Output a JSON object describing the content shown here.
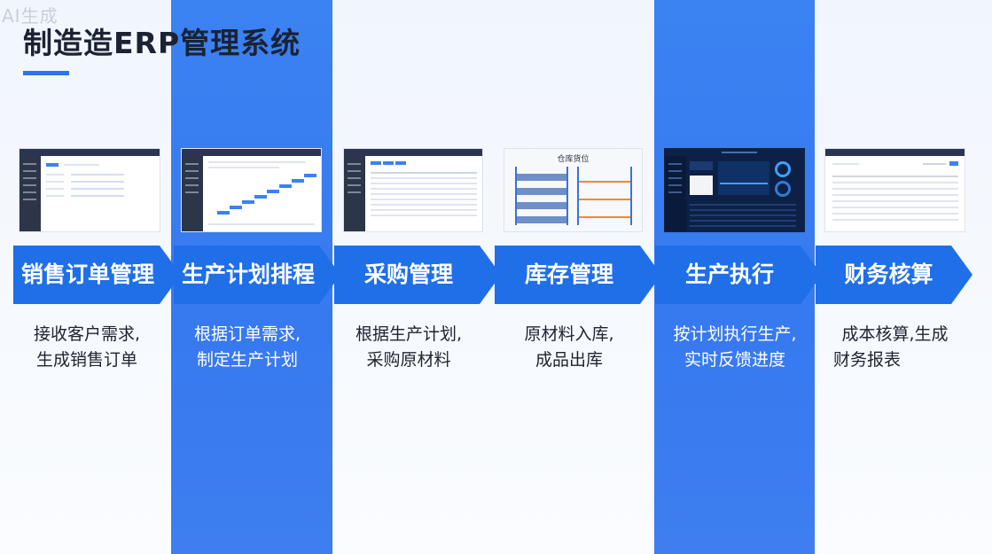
{
  "watermark": "AI生成",
  "title": "制造造ERP管理系统",
  "colors": {
    "accent": "#1f6fe8",
    "column_blue": "#3b82f2",
    "column_light": "#f3f7fd",
    "title_text": "#1b2233"
  },
  "stages": [
    {
      "label": "销售订单管理",
      "desc_line1": "接收客户需求,",
      "desc_line2": "生成销售订单"
    },
    {
      "label": "生产计划排程",
      "desc_line1": "根据订单需求,",
      "desc_line2": "制定生产计划"
    },
    {
      "label": "采购管理",
      "desc_line1": "根据生产计划,",
      "desc_line2": "采购原材料"
    },
    {
      "label": "库存管理",
      "desc_line1": "原材料入库,",
      "desc_line2": "成品出库"
    },
    {
      "label": "生产执行",
      "desc_line1": "按计划执行生产,",
      "desc_line2": "实时反馈进度"
    },
    {
      "label": "财务核算",
      "desc_line1": "成本核算,生成",
      "desc_line2": "财务报表"
    }
  ],
  "warehouse_screenshot": {
    "title": "仓库货位"
  }
}
